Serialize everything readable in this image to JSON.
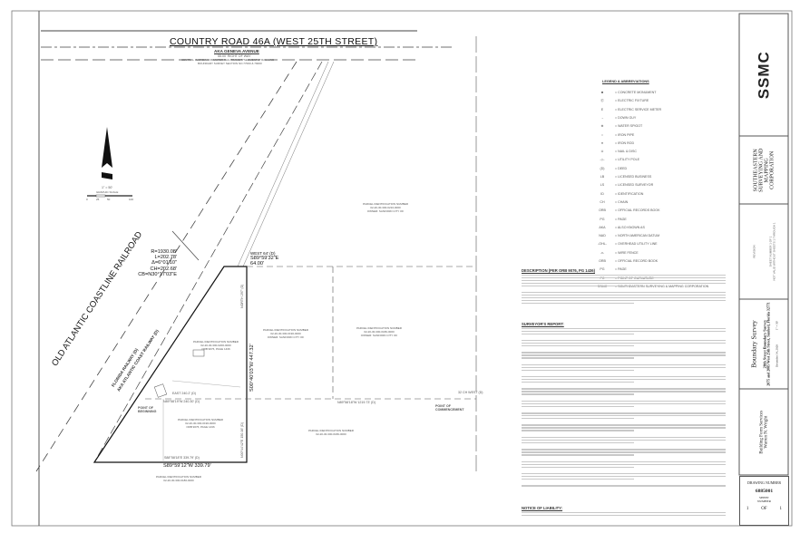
{
  "road": {
    "name": "COUNTRY ROAD 46A (WEST 25TH STREET)",
    "aka": "AKA GENEVA AVENUE",
    "row": "55.00' RIGHT OF WAY",
    "rail_note": "CENTRAL FLORIDA COMMUTER RAIL TRANSIT \"SEGMENT 2\" RAIL LINE",
    "survey_ref": "BOUNDARY SURVEY SECTION NO.77000 & 79000"
  },
  "scale": {
    "ratio": "1\" = 50'",
    "label": "GRAPHIC SCALE",
    "ticks": [
      "0",
      "25",
      "50",
      "100"
    ]
  },
  "railroad": {
    "name": "OLD ATLANTIC COASTLINE RAILROAD",
    "aka1": "FLORIDA RAILWAY (D)",
    "aka2": "AKA ATLANTIC COAST RAILWAY (D)"
  },
  "curve": {
    "r": "R=1930.08'",
    "l": "L=202.78'",
    "delta": "Δ=6°01'10\"",
    "ch": "CH=202.68'",
    "cb": "CB=N30°17'03\"E"
  },
  "bearings": {
    "top_record": "WEST 64' (D)",
    "top": "S89°59'32\"E",
    "top_dist": "64.00'",
    "east_line": "S00°40'03\"W 447.32'",
    "east_record": "NORTH 297' (D)",
    "east_lower": "N00°44'42\"E 150.16' (D)",
    "inner_east": "EAST 240.2' (D)",
    "inner_bearing": "N89°58'19\"W 240.30' (D)",
    "south_record": "S88°58'18\"E 339.79' (D)",
    "south": "S89°59'12\"W 339.79'",
    "long_record": "N89°58'18\"W 1219.73' (D)",
    "commencement_dist": "32 CH WEST (D)"
  },
  "points": {
    "beginning": "POINT OF BEGINNING",
    "commencement": "POINT OF COMMENCEMENT"
  },
  "parcels": [
    {
      "label": "PARCEL IDENTIFICATION NUMBER",
      "id": "02-20-30-300-0200-0000",
      "extra": "ORB 9076, PAGE 1436"
    },
    {
      "label": "PARCEL IDENTIFICATION NUMBER",
      "id": "02-20-30-300-0190-0000",
      "extra": "OWNER: SANFORD CITY OF"
    },
    {
      "label": "PARCEL IDENTIFICATION NUMBER",
      "id": "02-20-30-300-0180-0000",
      "extra": "OWNER: SANFORD CITY OF"
    },
    {
      "label": "PARCEL IDENTIFICATION NUMBER",
      "id": "02-20-30-300-0210-0000",
      "extra": "OWNER: SANFORD CITY OF"
    },
    {
      "label": "PARCEL IDENTIFICATION NUMBER",
      "id": "02-20-30-300-0190-0000",
      "extra": "ORB 9076, PAGE 1436"
    },
    {
      "label": "PARCEL IDENTIFICATION NUMBER",
      "id": "02-20-30-300-0180-0000",
      "extra": ""
    },
    {
      "label": "PARCEL IDENTIFICATION NUMBER",
      "id": "02-20-30-300-0180-0000",
      "extra": ""
    }
  ],
  "legend": {
    "title": "LEGEND & ABBREVIATIONS",
    "items": [
      {
        "sym": "■",
        "text": "= CONCRETE MONUMENT"
      },
      {
        "sym": "Ⓔ",
        "text": "= ELECTRIC FIXTURE"
      },
      {
        "sym": "E",
        "text": "= ELECTRIC SERVICE METER"
      },
      {
        "sym": "→",
        "text": "= DOWN GUY"
      },
      {
        "sym": "⊕",
        "text": "= WATER SPIGOT"
      },
      {
        "sym": "○",
        "text": "= IRON PIPE"
      },
      {
        "sym": "●",
        "text": "= IRON ROD"
      },
      {
        "sym": "⊙",
        "text": "= NAIL & DISC"
      },
      {
        "sym": "-◇-",
        "text": "= UTILITY POLE"
      },
      {
        "sym": "(D)",
        "text": "= DEED"
      },
      {
        "sym": "LB",
        "text": "= LICENSED BUSINESS"
      },
      {
        "sym": "LS",
        "text": "= LICENSED SURVEYOR"
      },
      {
        "sym": "ID",
        "text": "= IDENTIFICATION"
      },
      {
        "sym": "CH",
        "text": "= CHAIN"
      },
      {
        "sym": "ORB",
        "text": "= OFFICIAL RECORDS BOOK"
      },
      {
        "sym": "PG",
        "text": "= PAGE"
      },
      {
        "sym": "AKA",
        "text": "= ALSO KNOWN AS"
      },
      {
        "sym": "NAD",
        "text": "= NORTH AMERICAN DATUM"
      },
      {
        "sym": "-OHL-",
        "text": "= OVERHEAD UTILITY LINE"
      },
      {
        "sym": "-x-",
        "text": "= WIRE FENCE"
      },
      {
        "sym": "ORB",
        "text": "= OFFICIAL RECORD BOOK"
      },
      {
        "sym": "PG",
        "text": "= PAGE"
      },
      {
        "sym": "PC",
        "text": "= POINT OF CURVATURE"
      },
      {
        "sym": "SSMC",
        "text": "= SOUTHEASTERN SURVEYING & MAPPING CORPORATION"
      }
    ]
  },
  "notes": {
    "description_title": "DESCRIPTION (PER ORB 9076, PG 1436)",
    "report_title": "SURVEYOR'S REPORT:",
    "liability_title": "NOTICE OF LIABILITY:"
  },
  "titleblock": {
    "company": "SOUTHEASTERN SURVEYING AND MAPPING CORPORATION",
    "logo": "SSMC",
    "revision_header": "REVISION",
    "sheet_note": "SHEET NUMBER 1 OF 1",
    "not_valid": "NOT VALID WITHOUT SHEETS 1 THROUGH 1",
    "survey_type": "Boundary Survey",
    "project_name": "20th Street Boundary Survey",
    "project_address": "2075 and 2085 West 25th Street, Sanford, Florida 32771",
    "date": "December 14, 2020",
    "scale": "1\" = 50'",
    "prepared_for_1": "Building Form Services",
    "prepared_for_2": "Warren N. Wright",
    "drawing_number_label": "DRAWING NUMBER",
    "drawing_number": "6885001",
    "sheet_label": "SHEET NUMBER",
    "sheet": "1",
    "of_label": "OF",
    "total": "1"
  }
}
